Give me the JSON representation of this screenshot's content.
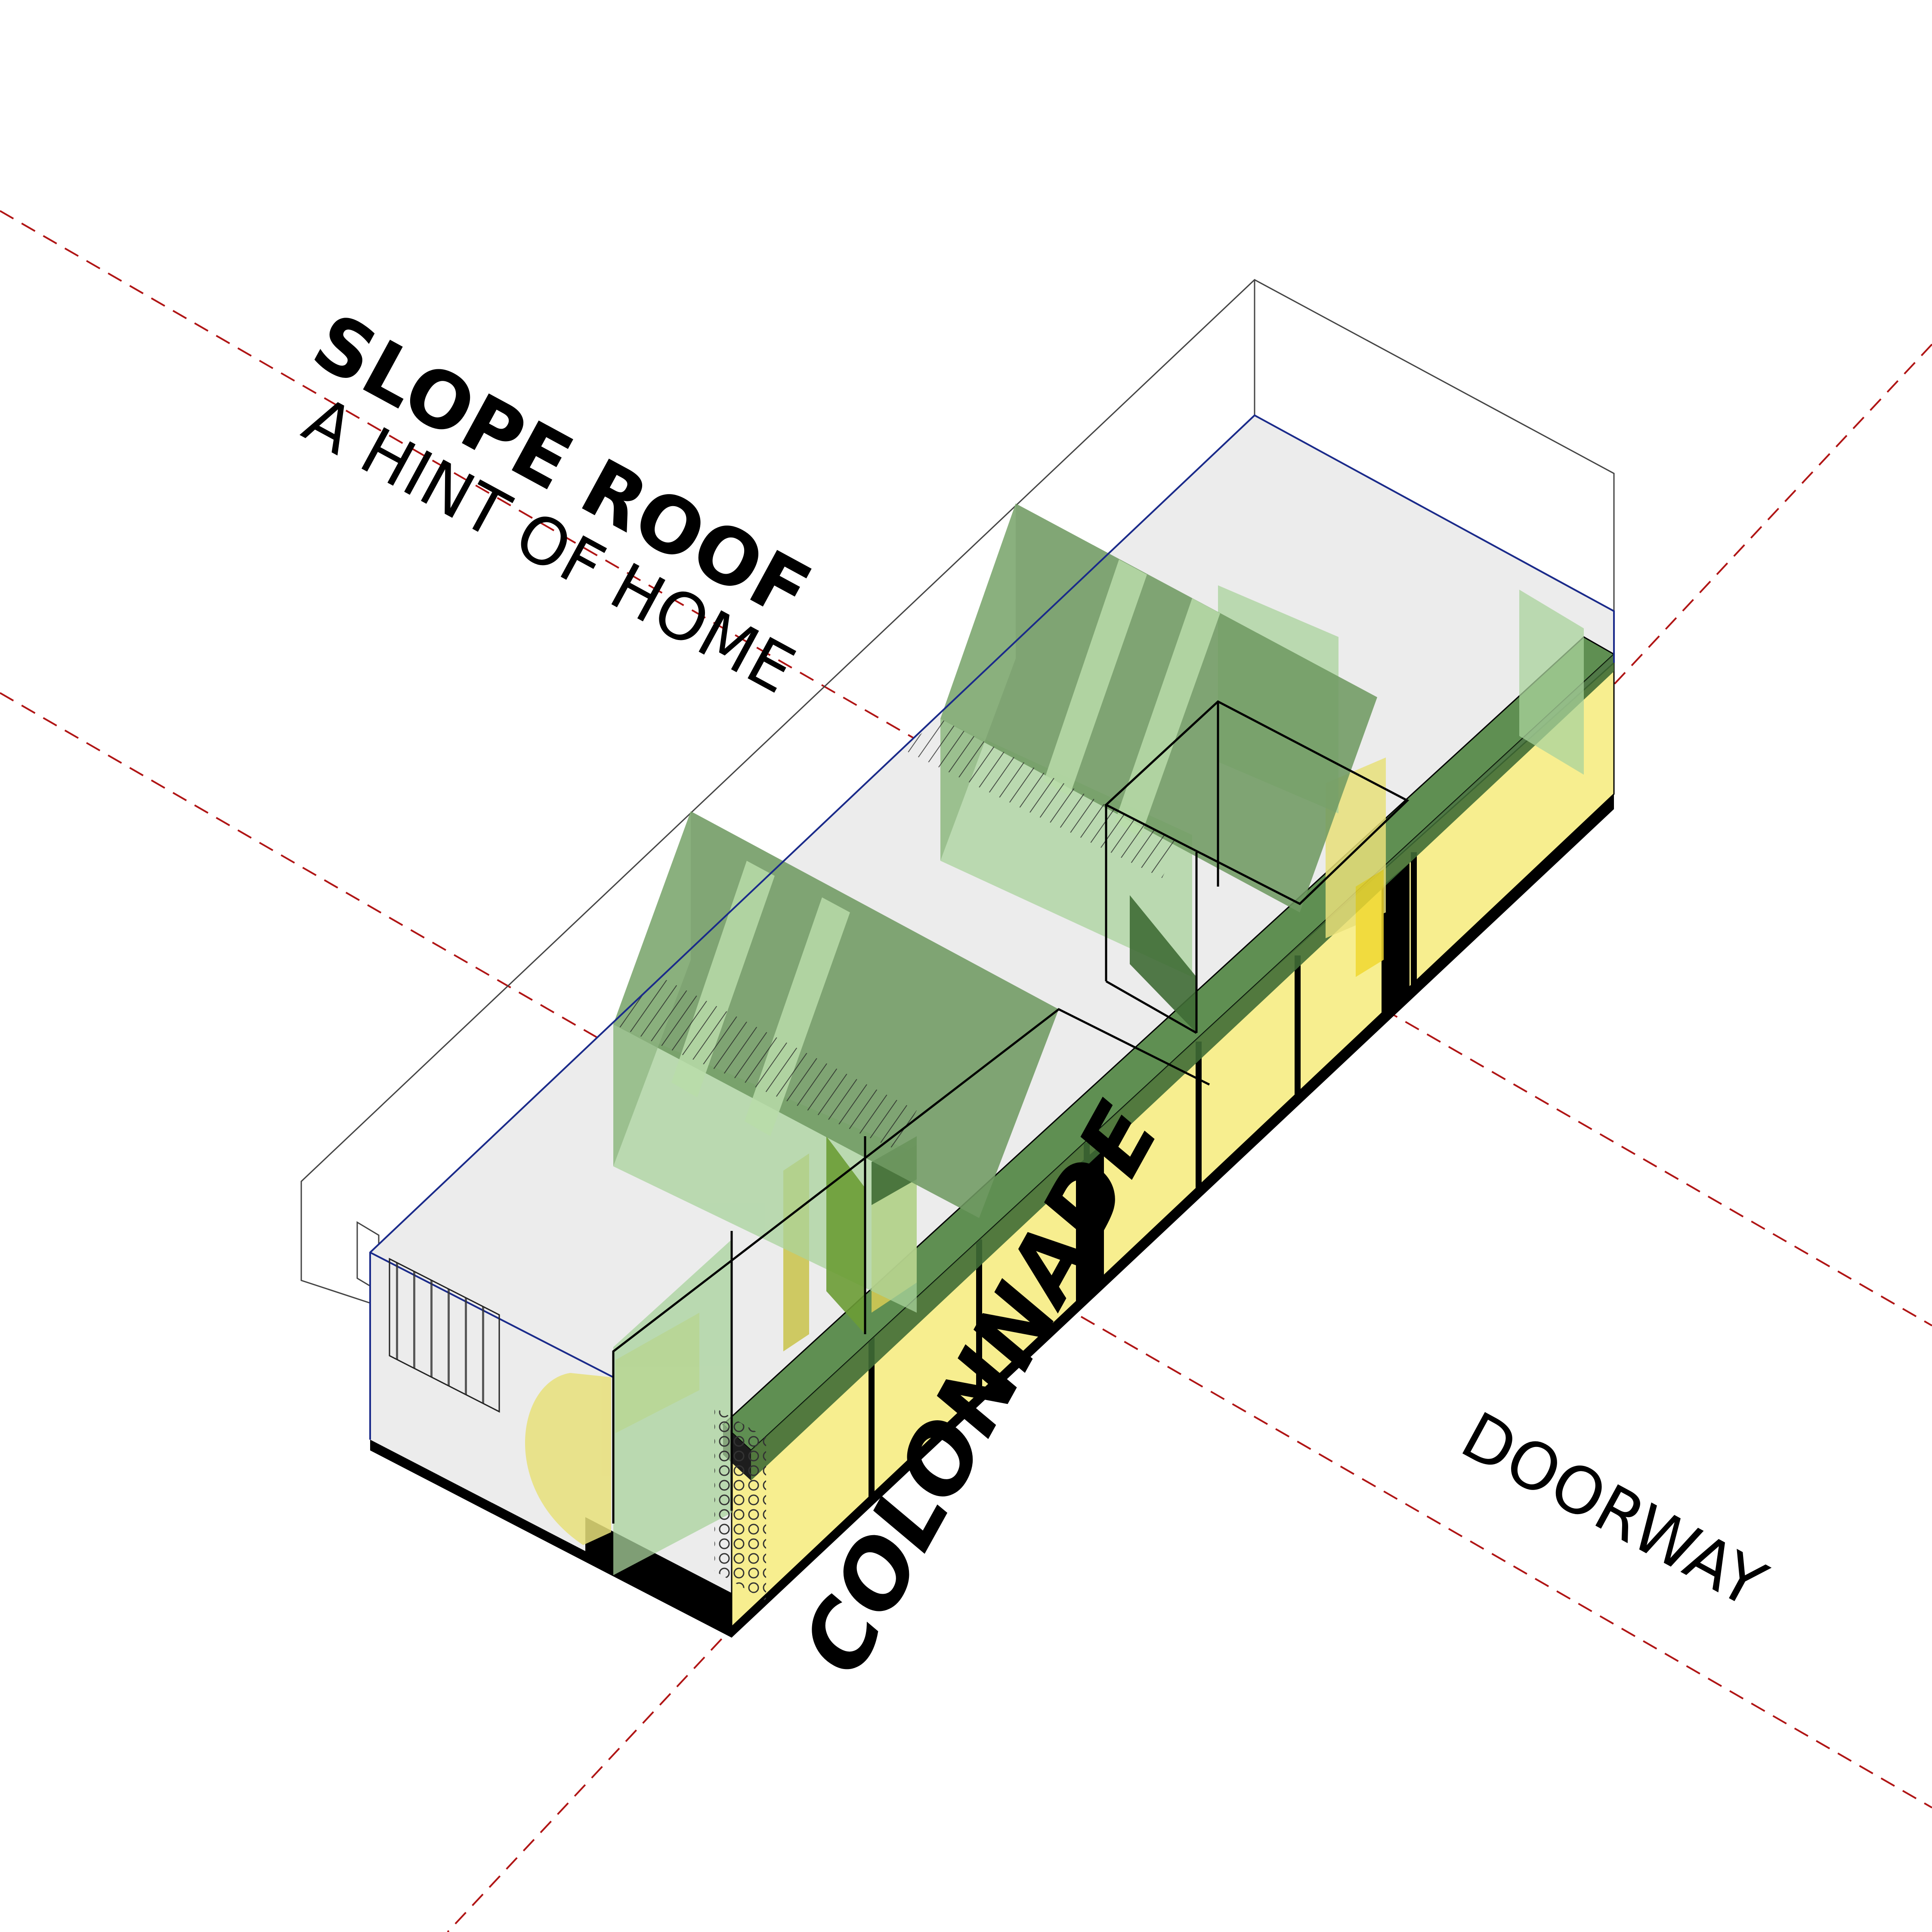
{
  "labels": {
    "slope_roof": "SLOPE ROOF",
    "hint_of_home": "A HINT OF HOME",
    "colonnade": "COLONNADE",
    "doorway": "DOORWAY"
  },
  "colors": {
    "roof_green": "#6f9a62",
    "light_green": "#a9d39c",
    "dark_green": "#3f6b35",
    "yellow_panel": "#f7ee8f",
    "yellow_accent": "#e8e07a",
    "floor_grey": "#ececec",
    "guide_red": "#b01515",
    "outline_blue": "#1a2a8a"
  }
}
